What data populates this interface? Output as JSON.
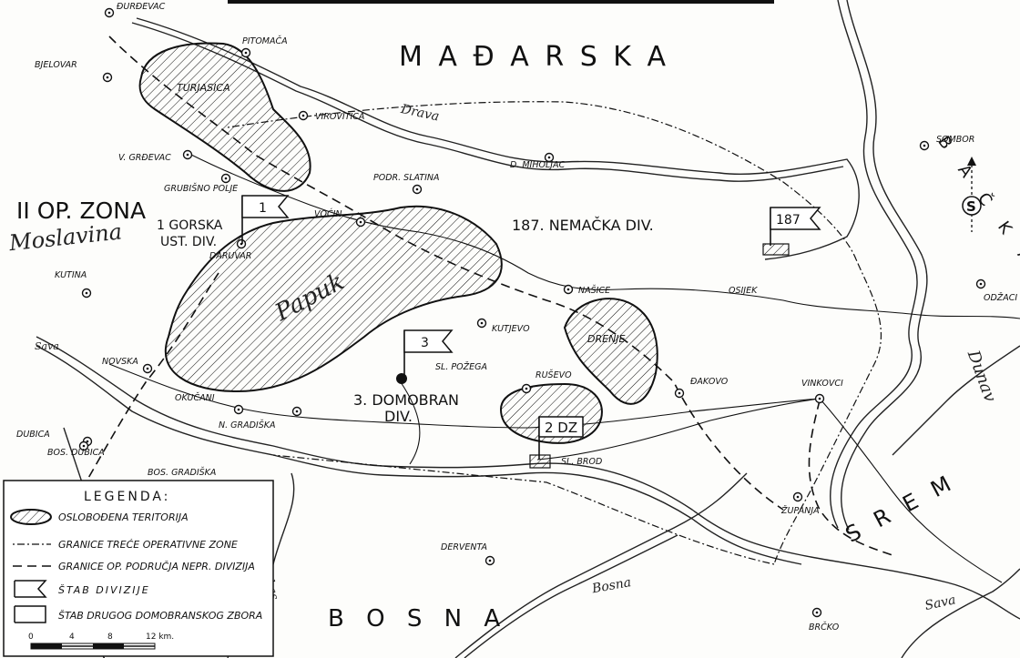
{
  "header": {
    "title": ""
  },
  "regions": {
    "madarska": "M A Đ A R S K A",
    "bosna": "B O S N A",
    "srem": "S R E M",
    "backa": "B A Č K A",
    "zona": "II OP. ZONA",
    "moslavina": "Moslavina",
    "papuk": "Papuk"
  },
  "territories": {
    "turjasica": "TURJASICA",
    "drenje": "DRENJE"
  },
  "rivers": {
    "drava": "Drava",
    "sava": "Sava",
    "dunav": "Dunav",
    "bosna": "Bosna",
    "vrbas": "Vrbas",
    "jara": "Sava",
    "sava_e": "Sava"
  },
  "towns": [
    "ĐURĐEVAC",
    "PITOMAČA",
    "BJELOVAR",
    "VIROVITICA",
    "V. GRĐEVAC",
    "GRUBIŠNO POLJE",
    "PODR. SLATINA",
    "D. MIHOLJAC",
    "SOMBOR",
    "VOĆIN",
    "DARUVAR",
    "KUTINA",
    "NAŠICE",
    "OSIJEK",
    "ODŽACI",
    "KUTJEVO",
    "SL. POŽEGA",
    "NOVSKA",
    "RUŠEVO",
    "ĐAKOVO",
    "VINKOVCI",
    "OKUČANI",
    "N. GRADIŠKA",
    "DUBICA",
    "BOS. DUBICA",
    "BOS. GRADIŠKA",
    "SL. BROD",
    "ŽUPANJA",
    "DERVENTA",
    "BRČKO"
  ],
  "units": {
    "u1_flag": "1",
    "u1_name": "1 GORSKA",
    "u1_name2": "UST. DIV.",
    "nem_name": "187. NEMAČKA DIV.",
    "nem_flag": "187",
    "u3_flag": "3",
    "u3_name": "3. DOMOBRAN",
    "u3_name2": "DIV.",
    "dz_flag": "2 DZ"
  },
  "legend": {
    "title": "LEGENDA:",
    "items": [
      "OSLOBOĐENA TERITORIJA",
      "GRANICE TREĆE OPERATIVNE ZONE",
      "GRANICE OP. PODRUČJA NEPR. DIVIZIJA",
      "ŠTAB DIVIZIJE",
      "ŠTAB DRUGOG DOMOBRANSKOG ZBORA"
    ],
    "scale_ticks": [
      "0",
      "4",
      "8",
      "12 km."
    ]
  },
  "compass": {
    "letter": "S"
  }
}
